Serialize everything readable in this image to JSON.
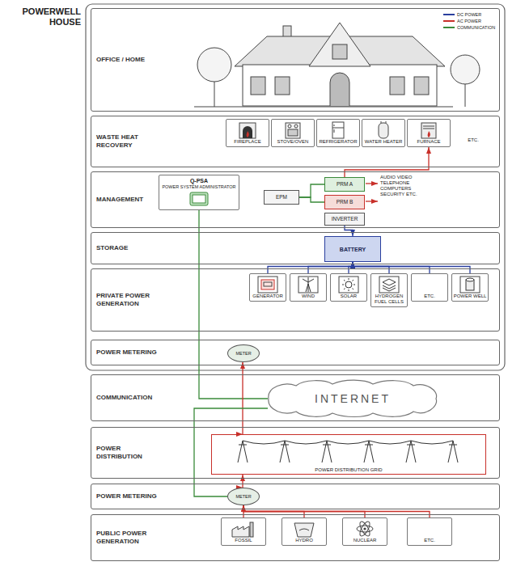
{
  "diagram": {
    "title": "POWERWELL HOUSE",
    "nodes": [
      {
        "text": [
          "OFFICE / HOME"
        ]
      },
      {
        "text": [
          "WASTE HEAT RECOVERY"
        ]
      },
      {
        "text": [
          "FIREPLACE"
        ],
        "in": 1
      },
      {
        "text": [
          "STOVE/OVEN"
        ],
        "in": 1
      },
      {
        "text": [
          "REFRIGERATOR"
        ],
        "in": 1
      },
      {
        "text": [
          "WATER HEATER"
        ],
        "in": 1
      },
      {
        "text": [
          "FURNACE"
        ],
        "in": 1
      },
      {
        "text": [
          "MANAGEMENT"
        ]
      },
      {
        "text": [
          "Q-PSA",
          "POWER SYSTEM ADMINISTRATOR"
        ],
        "in": 7
      },
      {
        "text": [
          "EPM"
        ],
        "in": 7
      },
      {
        "text": [
          "PRM A"
        ],
        "in": 7
      },
      {
        "text": [
          "PRM B"
        ],
        "in": 7
      },
      {
        "text": [
          "INVERTER"
        ],
        "in": 7
      },
      {
        "text": [
          "STORAGE"
        ]
      },
      {
        "text": [
          "BATTERY"
        ],
        "in": 13
      },
      {
        "text": [
          "PRIVATE POWER GENERATION"
        ]
      },
      {
        "text": [
          "GENERATOR"
        ],
        "in": 15
      },
      {
        "text": [
          "WIND"
        ],
        "in": 15
      },
      {
        "text": [
          "SOLAR"
        ],
        "in": 15
      },
      {
        "text": [
          "HYDROGEN FUEL CELLS"
        ],
        "in": 15
      },
      {
        "text": [
          "ETC."
        ],
        "in": 15
      },
      {
        "text": [
          "POWER WELL"
        ],
        "in": 15
      },
      {
        "text": [
          "POWER METERING"
        ]
      },
      {
        "text": [
          "METER"
        ],
        "in": 22
      },
      {
        "text": [
          "COMMUNICATION"
        ]
      },
      {
        "text": [
          "INTERNET"
        ],
        "in": 24
      },
      {
        "text": [
          "POWER DISTRIBUTION"
        ]
      },
      {
        "text": [
          "POWER DISTRIBUTION GRID"
        ],
        "in": 26
      },
      {
        "text": [
          "POWER METERING"
        ]
      },
      {
        "text": [
          "METER"
        ],
        "in": 28
      },
      {
        "text": [
          "PUBLIC POWER GENERATION"
        ]
      },
      {
        "text": [
          "FOSSIL"
        ],
        "in": 30
      },
      {
        "text": [
          "HYDRO"
        ],
        "in": 30
      },
      {
        "text": [
          "NUCLEAR"
        ],
        "in": 30
      },
      {
        "text": [
          "ETC."
        ],
        "in": 30
      }
    ],
    "edges": [
      {
        "from": 9,
        "to": 10,
        "arrow": "none"
      },
      {
        "from": 9,
        "to": 11,
        "arrow": "none"
      },
      {
        "from": 10,
        "to": 6,
        "arrow": "to"
      },
      {
        "from": 12,
        "to": 14,
        "arrow": "to"
      },
      {
        "from": 16,
        "to": 14,
        "arrow": "to"
      },
      {
        "from": 17,
        "to": 14,
        "arrow": "to"
      },
      {
        "from": 18,
        "to": 14,
        "arrow": "to"
      },
      {
        "from": 19,
        "to": 14,
        "arrow": "to"
      },
      {
        "from": 20,
        "to": 14,
        "arrow": "to"
      },
      {
        "from": 21,
        "to": 14,
        "arrow": "to"
      },
      {
        "from": 8,
        "to": 25,
        "arrow": "none"
      },
      {
        "from": 23,
        "to": 27,
        "arrow": "both"
      },
      {
        "from": 27,
        "to": 29,
        "arrow": "both"
      },
      {
        "from": 25,
        "to": 29,
        "arrow": "none"
      },
      {
        "from": 31,
        "to": 29,
        "arrow": "to"
      },
      {
        "from": 32,
        "to": 29,
        "arrow": "to"
      },
      {
        "from": 33,
        "to": 29,
        "arrow": "to"
      },
      {
        "from": 34,
        "to": 29,
        "arrow": "to"
      }
    ],
    "labels": [
      "ETC.",
      "AUDIO VIDEO TELEPHONE COMPUTERS SECURITY ETC."
    ],
    "legend": [
      {
        "text": "DC POWER",
        "color": "#2a3f9e"
      },
      {
        "text": "AC POWER",
        "color": "#c8302a"
      },
      {
        "text": "COMMUNICATION",
        "color": "#3a8a3a"
      }
    ]
  }
}
